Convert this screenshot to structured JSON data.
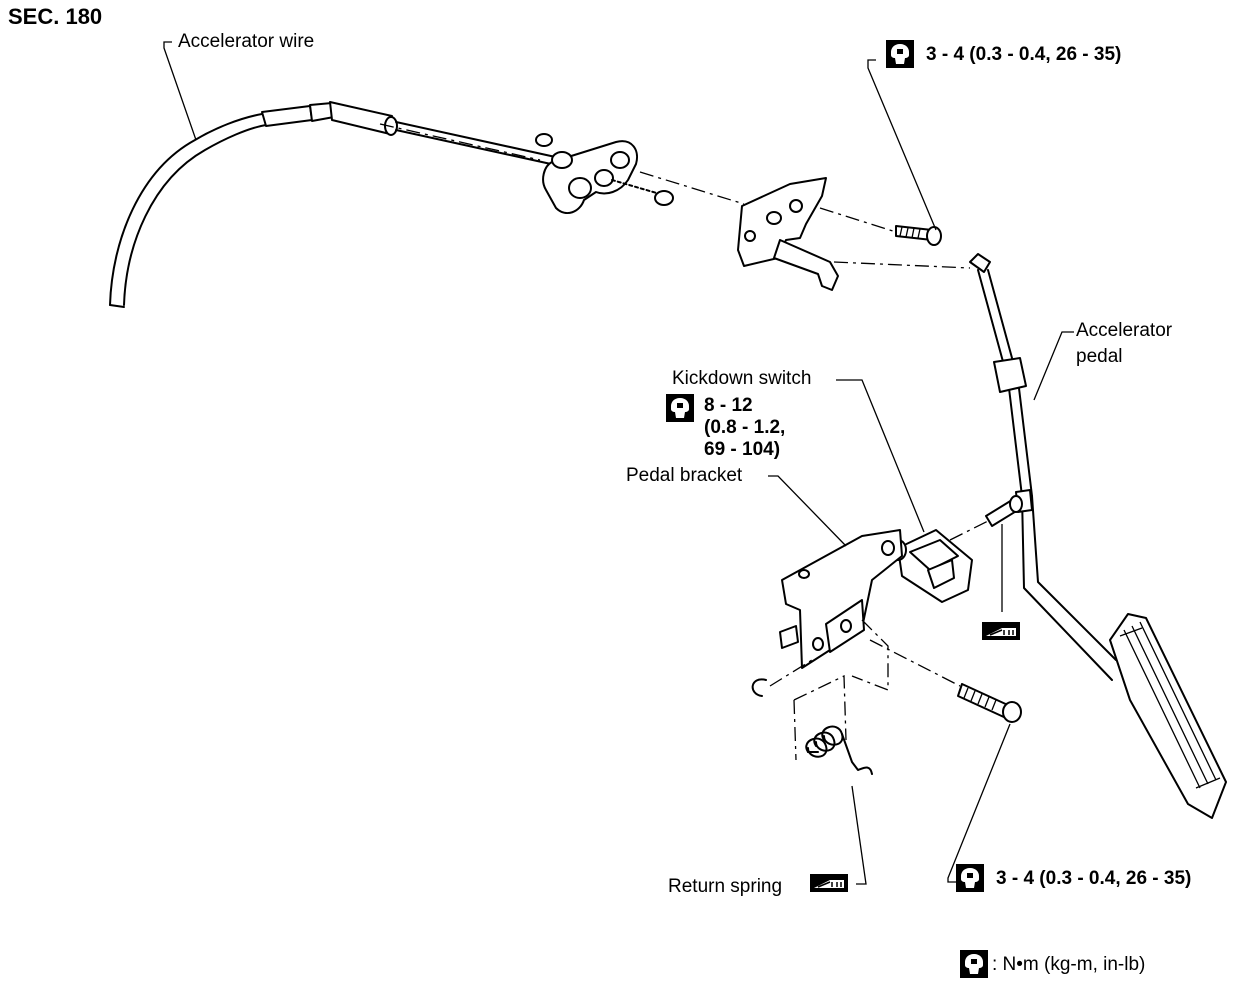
{
  "section": "SEC. 180",
  "labels": {
    "accelerator_wire": "Accelerator wire",
    "accelerator_pedal_line1": "Accelerator",
    "accelerator_pedal_line2": "pedal",
    "kickdown_switch": "Kickdown switch",
    "pedal_bracket": "Pedal bracket",
    "return_spring": "Return spring"
  },
  "torques": {
    "top_bolt": "3 - 4 (0.3 - 0.4, 26 - 35)",
    "kickdown_line1": "8 - 12",
    "kickdown_line2": "(0.8 - 1.2,",
    "kickdown_line3": "69 - 104)",
    "bottom_bolt": "3 - 4 (0.3 - 0.4, 26 - 35)"
  },
  "legend": {
    "icon": "torque-wrench-icon",
    "text": ": N•m (kg-m, in-lb)"
  },
  "icons": [
    "torque-wrench-icon",
    "grease-icon"
  ]
}
